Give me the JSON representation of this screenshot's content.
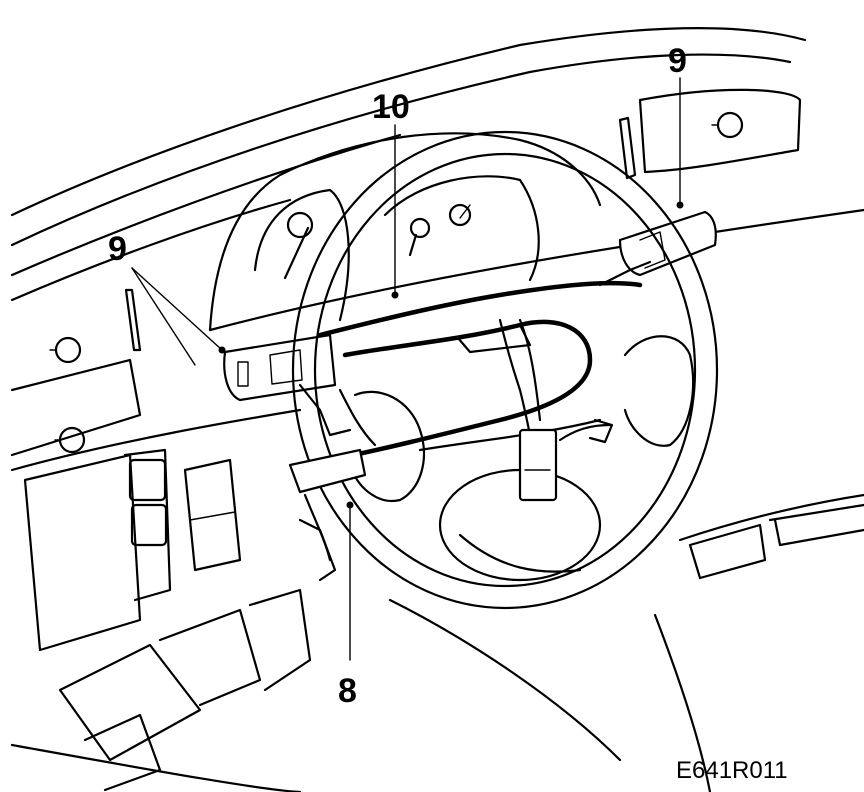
{
  "callouts": [
    {
      "id": "lower-left",
      "label": "9"
    },
    {
      "id": "upper-right",
      "label": "9"
    },
    {
      "id": "center",
      "label": "10"
    },
    {
      "id": "bottom",
      "label": "8"
    }
  ],
  "figure_id": "E641R011",
  "icons": [
    "steering-wheel-icon",
    "instrument-gauge-icon",
    "wiring-harness-icon",
    "connector-plug-icon"
  ]
}
